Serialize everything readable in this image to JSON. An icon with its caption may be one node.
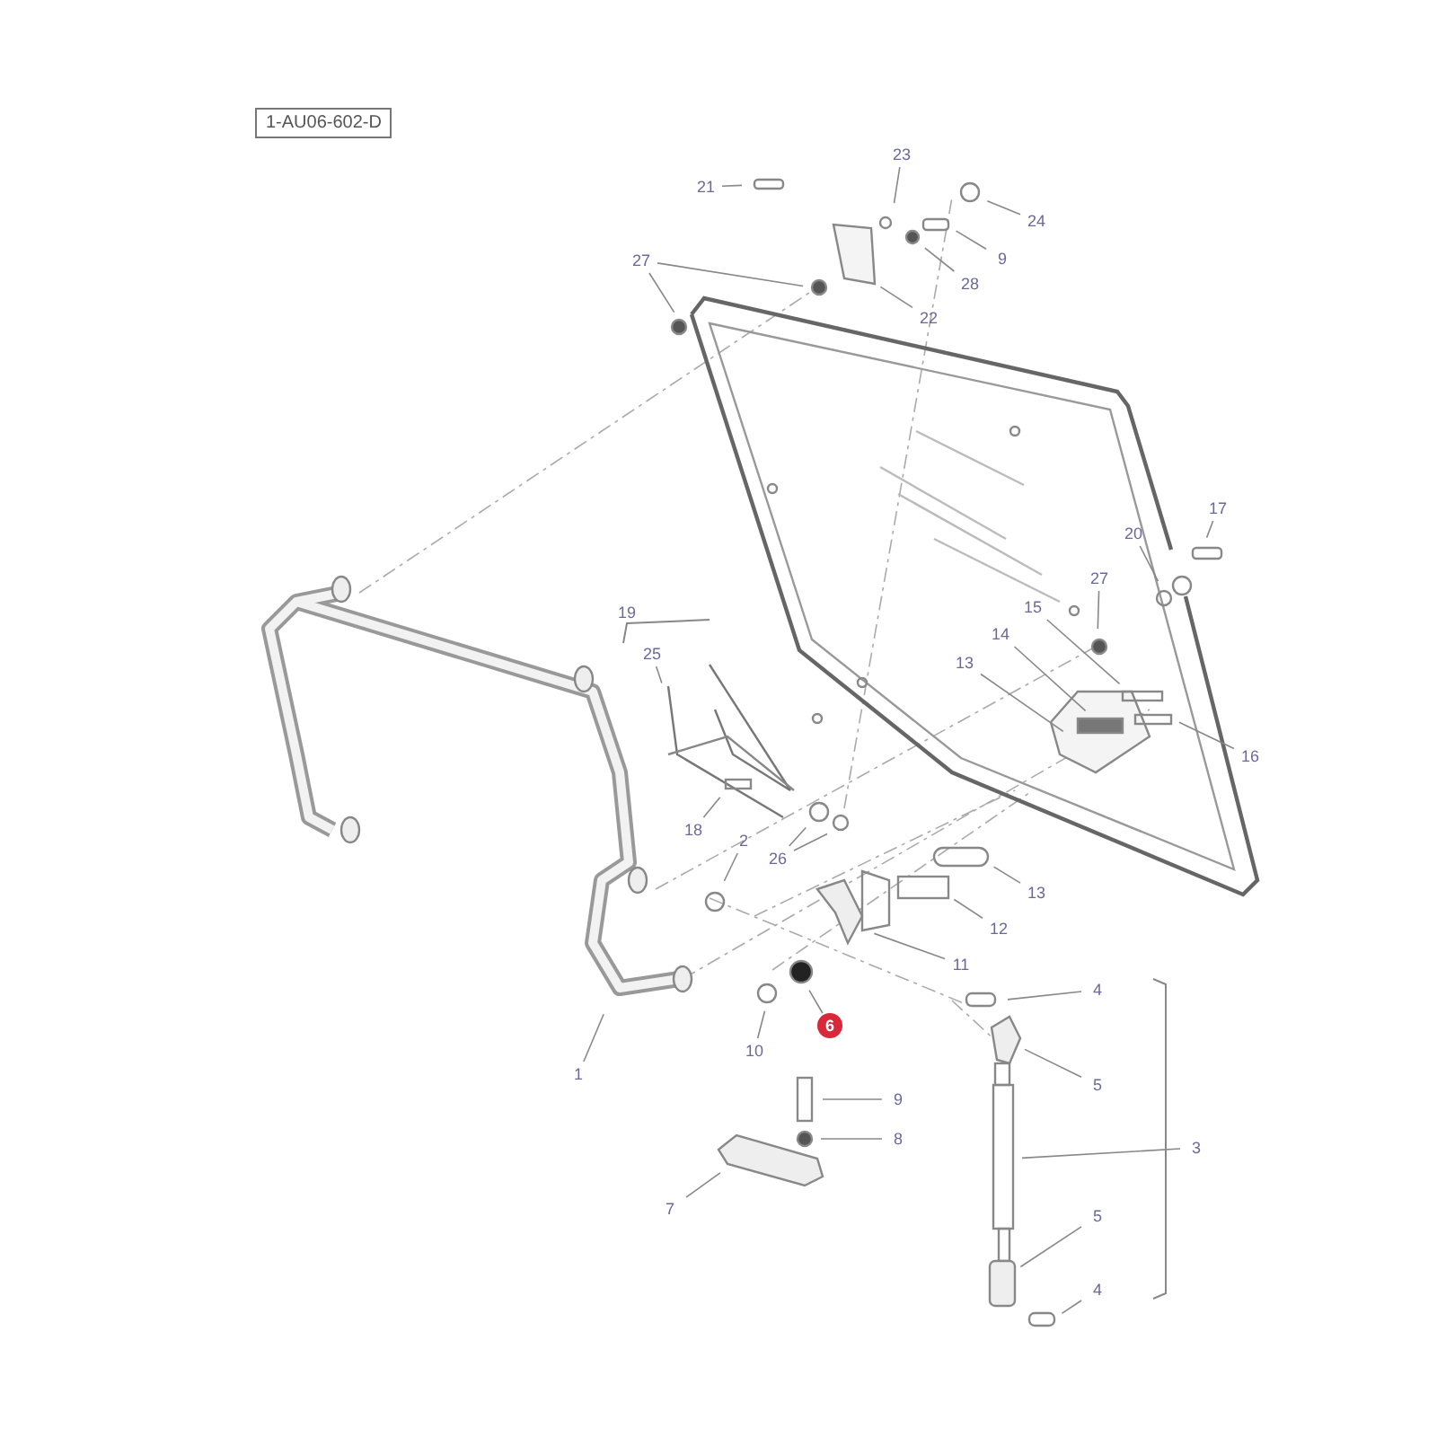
{
  "diagram": {
    "nodes": [
      {
        "text": [
          "1-AU06-602-D"
        ]
      },
      {
        "text": [
          "23"
        ]
      },
      {
        "text": [
          "21"
        ]
      },
      {
        "text": [
          "24"
        ]
      },
      {
        "text": [
          "9"
        ]
      },
      {
        "text": [
          "27"
        ]
      },
      {
        "text": [
          "28"
        ]
      },
      {
        "text": [
          "22"
        ]
      },
      {
        "text": [
          "17"
        ]
      },
      {
        "text": [
          "20"
        ]
      },
      {
        "text": [
          "27"
        ]
      },
      {
        "text": [
          "25"
        ]
      },
      {
        "text": [
          "15"
        ]
      },
      {
        "text": [
          "14"
        ]
      },
      {
        "text": [
          "13"
        ]
      },
      {
        "text": [
          "16"
        ]
      },
      {
        "text": [
          "18"
        ]
      },
      {
        "text": [
          "2"
        ]
      },
      {
        "text": [
          "26"
        ]
      },
      {
        "text": [
          "13"
        ]
      },
      {
        "text": [
          "12"
        ]
      },
      {
        "text": [
          "11"
        ]
      },
      {
        "text": [
          "4"
        ]
      },
      {
        "text": [
          "6"
        ]
      },
      {
        "text": [
          "10"
        ]
      },
      {
        "text": [
          "1"
        ]
      },
      {
        "text": [
          "5"
        ]
      },
      {
        "text": [
          "9"
        ]
      },
      {
        "text": [
          "3"
        ]
      },
      {
        "text": [
          "8"
        ]
      },
      {
        "text": [
          "7"
        ]
      },
      {
        "text": [
          "5"
        ]
      },
      {
        "text": [
          "4"
        ]
      }
    ],
    "edges": [
      {
        "from": 1,
        "to": null,
        "arrow": "none"
      },
      {
        "from": 2,
        "to": null,
        "arrow": "none"
      },
      {
        "from": 3,
        "to": null,
        "arrow": "none"
      },
      {
        "from": 4,
        "to": null,
        "arrow": "none"
      },
      {
        "from": 5,
        "to": null,
        "arrow": "none"
      },
      {
        "from": 5,
        "to": null,
        "arrow": "none"
      },
      {
        "from": 6,
        "to": null,
        "arrow": "none"
      },
      {
        "from": 7,
        "to": null,
        "arrow": "none"
      },
      {
        "from": 8,
        "to": null,
        "arrow": "none"
      },
      {
        "from": 9,
        "to": null,
        "arrow": "none"
      },
      {
        "from": 10,
        "to": null,
        "arrow": "none"
      },
      {
        "from": 11,
        "to": null,
        "arrow": "none"
      },
      {
        "from": 12,
        "to": null,
        "arrow": "none"
      },
      {
        "from": 13,
        "to": null,
        "arrow": "none"
      },
      {
        "from": 14,
        "to": null,
        "arrow": "none"
      },
      {
        "from": 15,
        "to": null,
        "arrow": "none"
      },
      {
        "from": 16,
        "to": null,
        "arrow": "none"
      },
      {
        "from": 17,
        "to": null,
        "arrow": "none"
      },
      {
        "from": 18,
        "to": null,
        "arrow": "none"
      },
      {
        "from": 18,
        "to": null,
        "arrow": "none"
      },
      {
        "from": 19,
        "to": null,
        "arrow": "none"
      },
      {
        "from": 20,
        "to": null,
        "arrow": "none"
      },
      {
        "from": 21,
        "to": null,
        "arrow": "none"
      },
      {
        "from": 22,
        "to": null,
        "arrow": "none"
      },
      {
        "from": 23,
        "to": null,
        "arrow": "none"
      },
      {
        "from": 24,
        "to": null,
        "arrow": "none"
      },
      {
        "from": 25,
        "to": null,
        "arrow": "none"
      },
      {
        "from": 26,
        "to": null,
        "arrow": "none"
      },
      {
        "from": 27,
        "to": null,
        "arrow": "none"
      },
      {
        "from": 28,
        "to": null,
        "arrow": "none"
      },
      {
        "from": 29,
        "to": null,
        "arrow": "none"
      },
      {
        "from": 30,
        "to": null,
        "arrow": "none"
      },
      {
        "from": 31,
        "to": null,
        "arrow": "none"
      },
      {
        "from": 32,
        "to": null,
        "arrow": "none"
      }
    ],
    "labels": [
      "19"
    ]
  }
}
